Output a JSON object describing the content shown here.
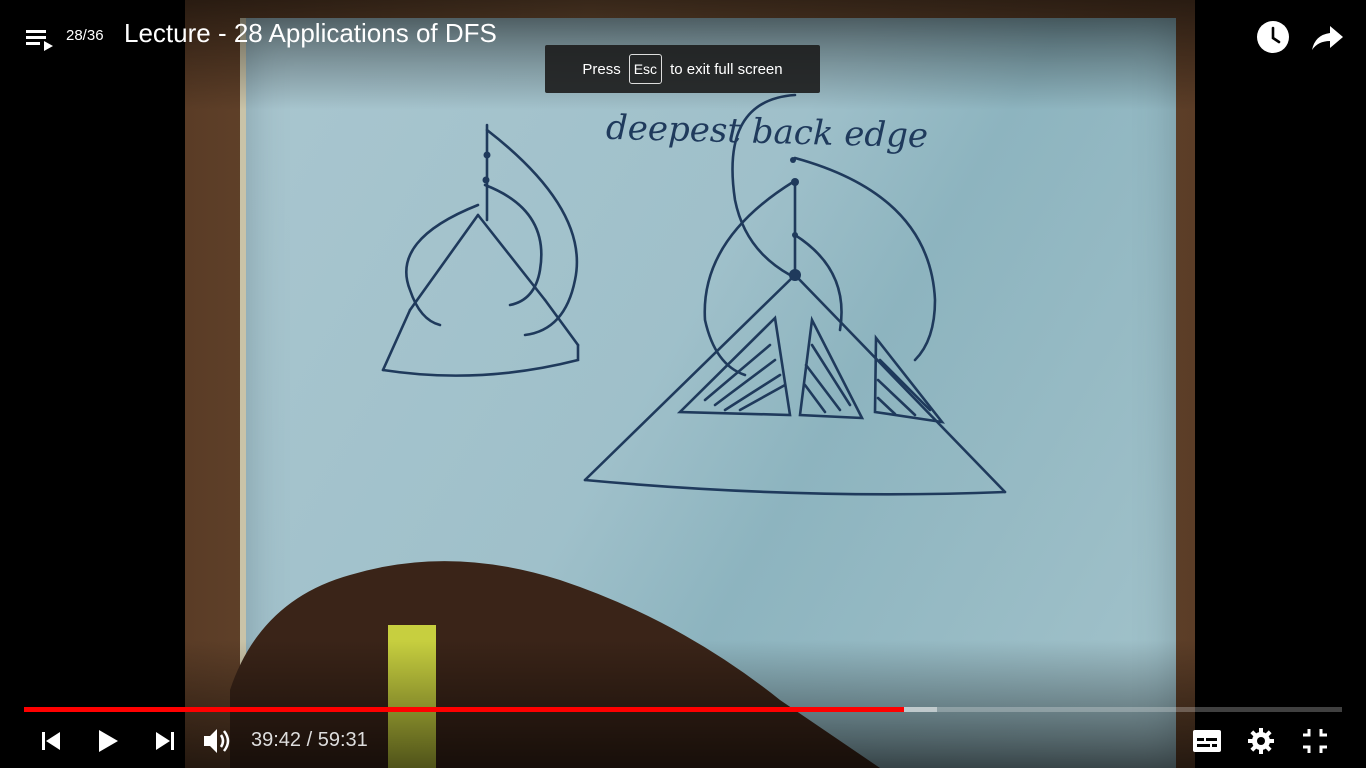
{
  "playlist": {
    "index": "28/36",
    "icon": "playlist-icon"
  },
  "video": {
    "title": "Lecture - 28 Applications of DFS"
  },
  "toast": {
    "press": "Press",
    "key": "Esc",
    "suffix": "to exit full screen"
  },
  "board": {
    "handwritten_label": "deepest back edge"
  },
  "top_actions": {
    "watch_later_icon": "clock-icon",
    "share_icon": "share-arrow-icon"
  },
  "progress": {
    "played_fraction": 0.6676,
    "buffered_fraction": 0.693,
    "played_color": "#ff0000"
  },
  "controls": {
    "prev_icon": "previous-icon",
    "play_icon": "play-icon",
    "next_icon": "next-icon",
    "volume_icon": "volume-icon",
    "captions_icon": "subtitles-icon",
    "settings_icon": "gear-icon",
    "exit_fullscreen_icon": "exit-fullscreen-icon"
  },
  "time": {
    "current": "39:42",
    "separator": " / ",
    "duration": "59:31"
  }
}
